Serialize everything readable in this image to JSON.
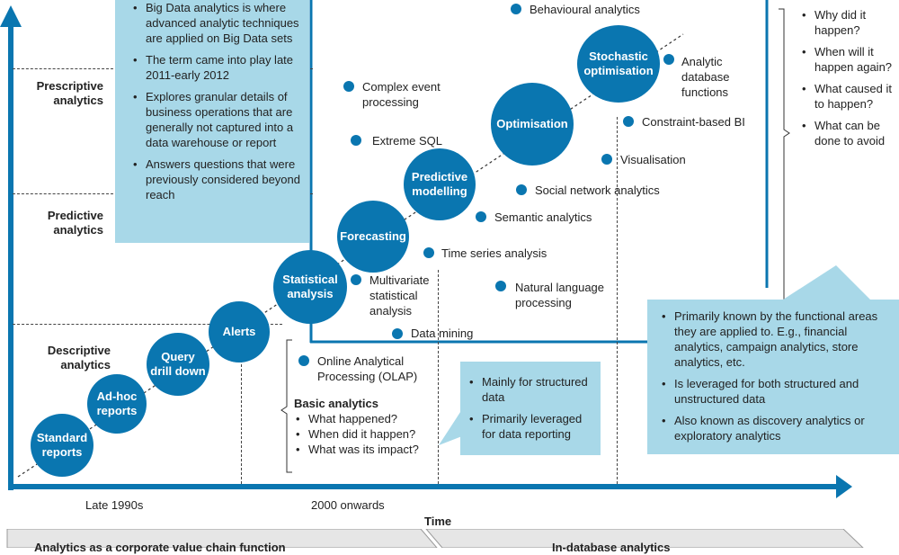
{
  "y_levels": {
    "prescriptive": "Prescriptive analytics",
    "predictive": "Predictive analytics",
    "descriptive": "Descriptive analytics"
  },
  "x_axis": {
    "tick1": "Late 1990s",
    "tick2": "2000 onwards",
    "title": "Time"
  },
  "bottom_bands": {
    "left": "Analytics as a corporate value chain function",
    "right": "In-database analytics"
  },
  "stages": {
    "standard_reports": "Standard reports",
    "adhoc_reports": "Ad-hoc reports",
    "query_drill_down": "Query drill down",
    "alerts": "Alerts",
    "statistical_analysis": "Statistical analysis",
    "forecasting": "Forecasting",
    "predictive_modelling": "Predictive modelling",
    "optimisation": "Optimisation",
    "stochastic_optimisation": "Stochastic optimisation"
  },
  "techniques": {
    "behavioural": "Behavioural analytics",
    "analytic_db_functions": "Analytic database functions",
    "constraint_bi": "Constraint-based BI",
    "complex_event": "Complex event processing",
    "extreme_sql": "Extreme SQL",
    "visualisation": "Visualisation",
    "social_network": "Social network analytics",
    "semantic": "Semantic analytics",
    "time_series": "Time series analysis",
    "multivariate": "Multivariate statistical analysis",
    "natural_language": "Natural language processing",
    "data_mining": "Data mining",
    "olap": "Online Analytical Processing (OLAP)"
  },
  "big_data_box": [
    "Big Data analytics is where advanced analytic techniques are applied on Big Data sets",
    "The term came into play late 2011-early 2012",
    "Explores granular details of business operations that are generally not captured into a data warehouse or report",
    "Answers questions that were previously considered beyond reach"
  ],
  "right_questions": [
    "Why did it happen?",
    "When will it happen again?",
    "What caused it to happen?",
    "What can be done to avoid"
  ],
  "functional_box": [
    "Primarily known by the functional areas they are applied to. E.g., financial analytics, campaign analytics, store analytics, etc.",
    "Is leveraged for both structured and unstructured data",
    "Also known as discovery analytics or exploratory analytics"
  ],
  "basic_analytics": {
    "title": "Basic analytics",
    "items": [
      "What happened?",
      "When did it happen?",
      "What was its impact?"
    ]
  },
  "structured_box": [
    "Mainly for structured data",
    "Primarily leveraged for data reporting"
  ],
  "colors": {
    "accent": "#0a76b0",
    "light_box": "#a8d8e8",
    "band": "#e6e6e6"
  }
}
